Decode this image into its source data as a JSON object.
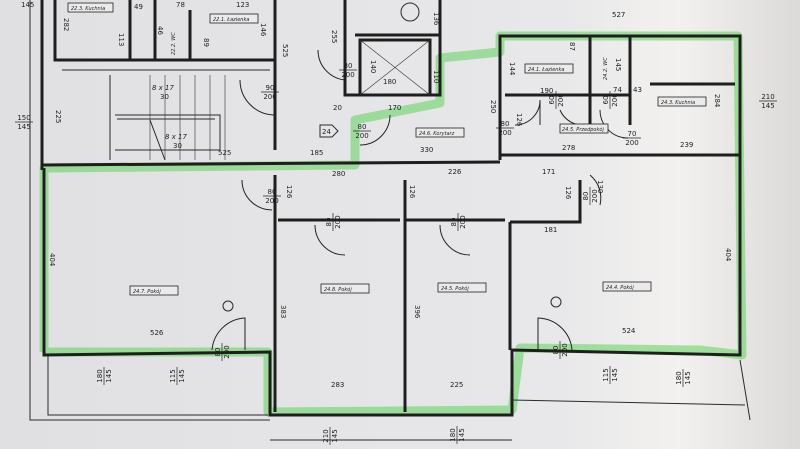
{
  "rooms": {
    "r22_3": "22.3. Kuchnia",
    "r22_2": "22.2. WC",
    "r22_1": "22.1. Łazienka",
    "r24_1": "24.1. Łazienka",
    "r24_2": "24.2. WC",
    "r24_3": "24.3. Kuchnia",
    "r24_5p": "24.5. Przedpokój",
    "r24_6": "24.6. Korytarz",
    "r24_7": "24.7. Pokój",
    "r24_8": "24.8. Pokój",
    "r24_5": "24.5. Pokój",
    "r24_4": "24.4. Pokój"
  },
  "apartment_marker": "24",
  "stairs": {
    "run1": "8 x 17",
    "tread1": "30",
    "run2": "8 x 17",
    "tread2": "30"
  },
  "dims": {
    "d145": "145",
    "d282": "282",
    "d49": "49",
    "d78": "78",
    "d123": "123",
    "d113": "113",
    "d46": "46",
    "d89": "89",
    "d146": "146",
    "d525a": "525",
    "d225": "225",
    "d525b": "525",
    "d185": "185",
    "d255": "255",
    "d140": "140",
    "d180": "180",
    "d20": "20",
    "d170": "170",
    "d330": "330",
    "d110": "110",
    "d136": "136",
    "d527": "527",
    "d144": "144",
    "d87": "87",
    "d145b": "145",
    "d190": "190",
    "d74": "74",
    "d43": "43",
    "d284": "284",
    "d250": "250",
    "d126a": "126",
    "d278": "278",
    "d239": "239",
    "d280": "280",
    "d126b": "126",
    "d226": "226",
    "d171": "171",
    "d126c": "126",
    "d126d": "126",
    "d130": "130",
    "d181": "181",
    "d404a": "404",
    "d383": "383",
    "d396": "396",
    "d404b": "404",
    "d526": "526",
    "d524": "524",
    "d283": "283",
    "d225b": "225"
  },
  "fractions": {
    "f90_200": {
      "top": "90",
      "bottom": "200"
    },
    "f150_145": {
      "top": "150",
      "bottom": "145"
    },
    "f80_200a": {
      "top": "80",
      "bottom": "200"
    },
    "f80_200b": {
      "top": "80",
      "bottom": "200"
    },
    "f80_200c": {
      "top": "80",
      "bottom": "200"
    },
    "f60_200a": {
      "top": "60",
      "bottom": "200"
    },
    "f60_200b": {
      "top": "60",
      "bottom": "200"
    },
    "f210_145a": {
      "top": "210",
      "bottom": "145"
    },
    "f70_200": {
      "top": "70",
      "bottom": "200"
    },
    "f80_200d": {
      "top": "80",
      "bottom": "200"
    },
    "f80_200e": {
      "top": "80",
      "bottom": "200"
    },
    "f80_200f": {
      "top": "80",
      "bottom": "200"
    },
    "f80_200g": {
      "top": "80",
      "bottom": "200"
    },
    "f80_200h": {
      "top": "80",
      "bottom": "200"
    },
    "f80_200i": {
      "top": "80",
      "bottom": "200"
    },
    "f180_145a": {
      "top": "180",
      "bottom": "145"
    },
    "f115_145a": {
      "top": "115",
      "bottom": "145"
    },
    "f115_145b": {
      "top": "115",
      "bottom": "145"
    },
    "f180_145b": {
      "top": "180",
      "bottom": "145"
    },
    "f210_145b": {
      "top": "210",
      "bottom": "145"
    },
    "f180_145c": {
      "top": "180",
      "bottom": "145"
    }
  },
  "colors": {
    "highlight": "#5fd35a",
    "paper": "#e2e2e4",
    "ink": "#1e1e1e"
  }
}
